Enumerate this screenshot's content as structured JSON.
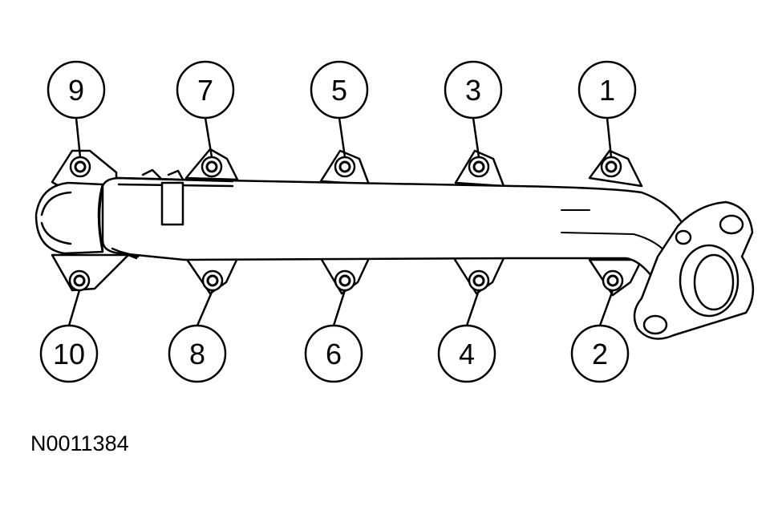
{
  "colors": {
    "line": "#000000",
    "fill": "#ffffff"
  },
  "callouts": [
    {
      "label": "9"
    },
    {
      "label": "7"
    },
    {
      "label": "5"
    },
    {
      "label": "3"
    },
    {
      "label": "1"
    },
    {
      "label": "10"
    },
    {
      "label": "8"
    },
    {
      "label": "6"
    },
    {
      "label": "4"
    },
    {
      "label": "2"
    }
  ],
  "figure_id": "N0011384"
}
